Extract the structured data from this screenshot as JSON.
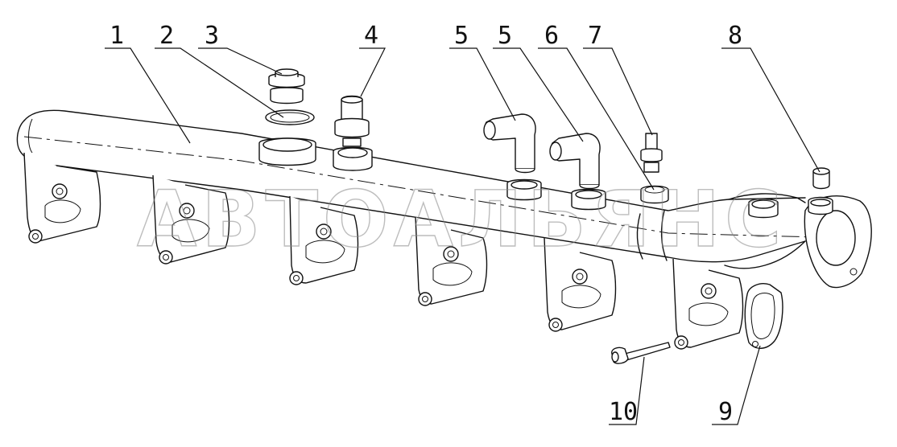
{
  "figure": {
    "watermark": "АВТОАЛЬЯНС",
    "callouts": [
      {
        "id": "c1",
        "label": "1"
      },
      {
        "id": "c2",
        "label": "2"
      },
      {
        "id": "c3",
        "label": "3"
      },
      {
        "id": "c4",
        "label": "4"
      },
      {
        "id": "c5a",
        "label": "5"
      },
      {
        "id": "c5b",
        "label": "5"
      },
      {
        "id": "c6",
        "label": "6"
      },
      {
        "id": "c7",
        "label": "7"
      },
      {
        "id": "c8",
        "label": "8"
      },
      {
        "id": "c9",
        "label": "9"
      },
      {
        "id": "c10",
        "label": "10"
      }
    ]
  }
}
